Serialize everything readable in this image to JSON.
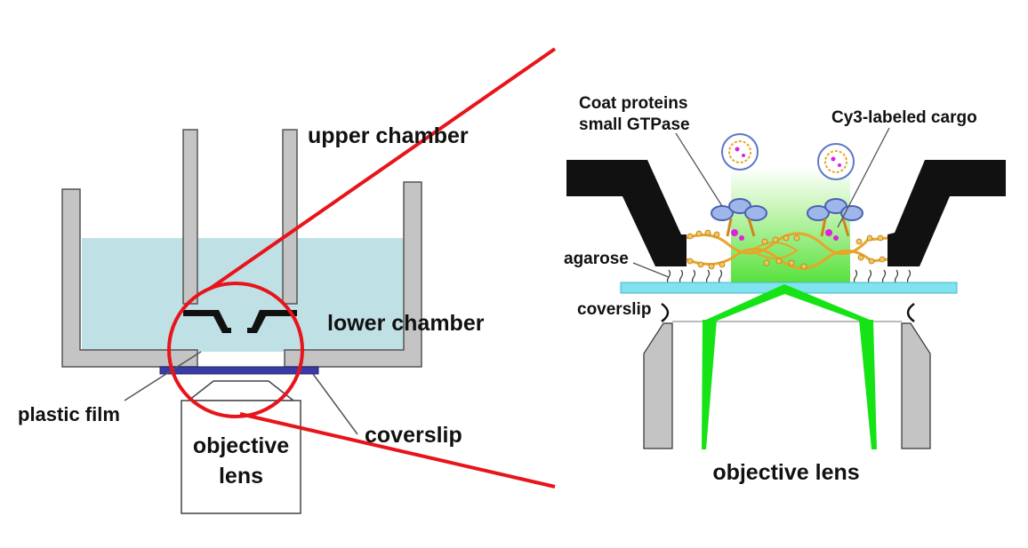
{
  "left_panel": {
    "labels": {
      "upper_chamber": "upper chamber",
      "lower_chamber": "lower chamber",
      "plastic_film": "plastic film",
      "coverslip": "coverslip",
      "objective_line1": "objective",
      "objective_line2": "lens"
    }
  },
  "right_panel": {
    "labels": {
      "coat_line1": "Coat proteins",
      "coat_line2": "small GTPase",
      "cargo": "Cy3-labeled cargo",
      "agarose": "agarose",
      "coverslip": "coverslip",
      "objective": "objective lens"
    }
  },
  "colors": {
    "medium": "#bfe0e5",
    "chamber_wall": "#c4c4c4",
    "coverslip_left": "#3a3aa6",
    "coverslip_right": "#7fe3ef",
    "zoom_lines": "#e8141b",
    "laser_green": "#16e316",
    "membrane_gold": "#e8a52a",
    "coat_blue": "#5c78c6",
    "cargo_magenta": "#e020e0"
  }
}
